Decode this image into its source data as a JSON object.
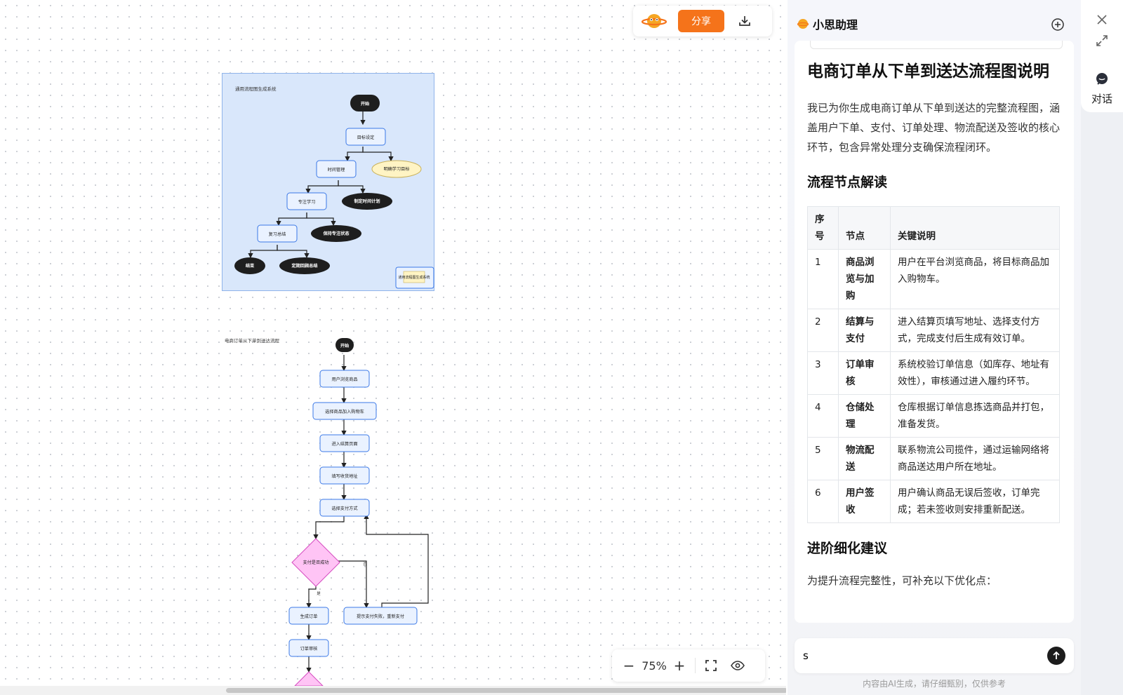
{
  "toolbar": {
    "share_label": "分享"
  },
  "diagram1": {
    "title": "通用流程图生成系统",
    "nodes": {
      "start": "开始",
      "goal": "目标设定",
      "clarify": "明确学习目标",
      "time": "时间管理",
      "plan": "制定时间计划",
      "focus": "专注学习",
      "keep": "保持专注状态",
      "review": "复习总结",
      "end": "结束",
      "regular": "定期回顾总结",
      "corner": "通用流程图生成系统"
    }
  },
  "diagram2": {
    "title": "电商订单从下单到送达流程",
    "nodes": {
      "start": "开始",
      "browse": "用户浏览商品",
      "add": "选择商品加入购物车",
      "checkout": "进入结算页面",
      "address": "填写收货地址",
      "paymethod": "选择支付方式",
      "decision": "支付是否成功",
      "yes": "是",
      "no": "否",
      "create": "生成订单",
      "fail": "提示支付失败，重新支付",
      "audit": "订单审核"
    }
  },
  "zoom": {
    "value": "75%"
  },
  "assistant": {
    "title": "小思助理",
    "heading": "电商订单从下单到送达流程图说明",
    "intro": "我已为你生成电商订单从下单到送达的完整流程图，涵盖用户下单、支付、订单处理、物流配送及签收的核心环节，包含异常处理分支确保流程闭环。",
    "section1": "流程节点解读",
    "table": {
      "headers": [
        "序号",
        "节点",
        "关键说明"
      ],
      "rows": [
        [
          "1",
          "商品浏览与加购",
          "用户在平台浏览商品，将目标商品加入购物车。"
        ],
        [
          "2",
          "结算与支付",
          "进入结算页填写地址、选择支付方式，完成支付后生成有效订单。"
        ],
        [
          "3",
          "订单审核",
          "系统校验订单信息（如库存、地址有效性），审核通过进入履约环节。"
        ],
        [
          "4",
          "仓储处理",
          "仓库根据订单信息拣选商品并打包，准备发货。"
        ],
        [
          "5",
          "物流配送",
          "联系物流公司揽件，通过运输网络将商品送达用户所在地址。"
        ],
        [
          "6",
          "用户签收",
          "用户确认商品无误后签收，订单完成；若未签收则安排重新配送。"
        ]
      ]
    },
    "section2": "进阶细化建议",
    "section2_text": "为提升流程完整性，可补充以下优化点：",
    "input_value": "s",
    "disclaimer": "内容由AI生成，请仔细甄别，仅供参考"
  },
  "rail": {
    "chat_label": "对话"
  }
}
